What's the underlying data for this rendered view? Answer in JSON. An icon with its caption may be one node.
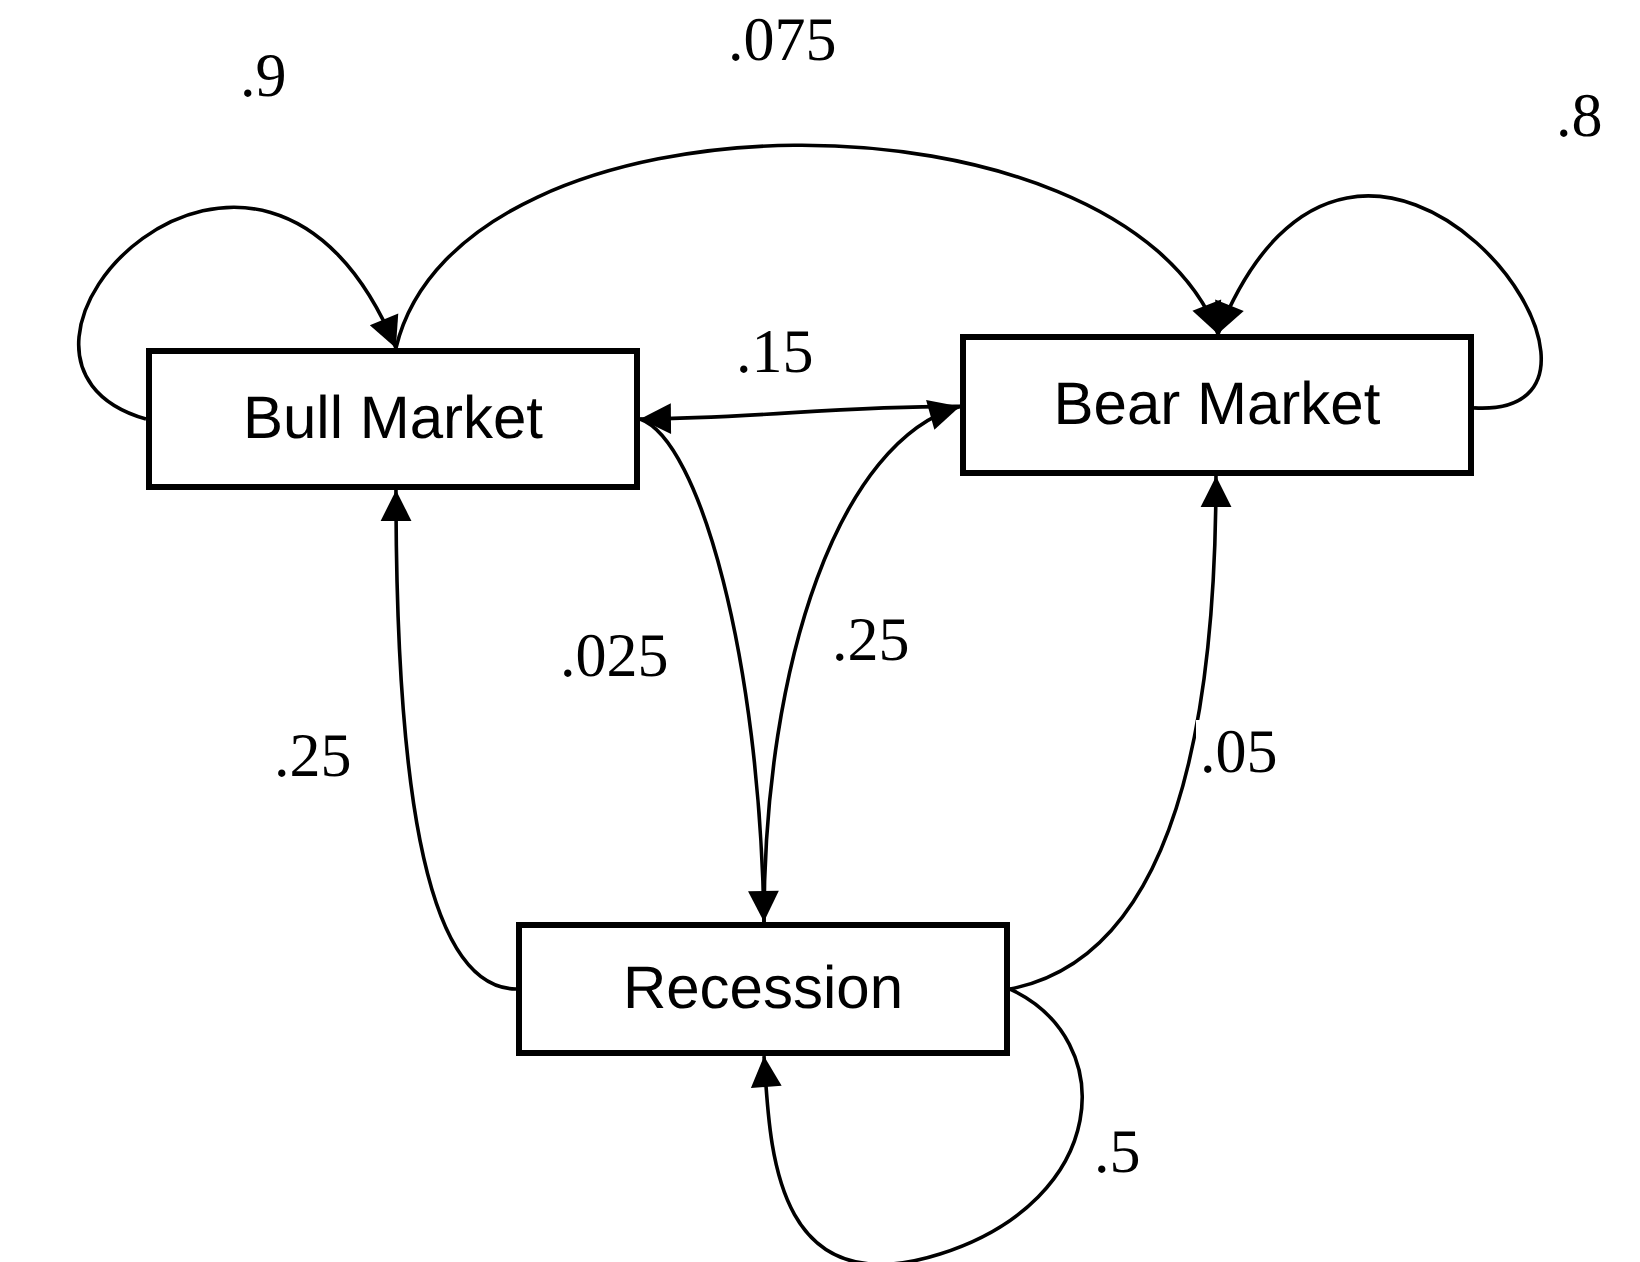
{
  "diagram": {
    "nodes": [
      {
        "text": [
          "Bull Market"
        ]
      },
      {
        "text": [
          "Bear Market"
        ]
      },
      {
        "text": [
          "Recession"
        ]
      }
    ],
    "edges": [
      {
        "from": 0,
        "to": 0,
        "arrow": "to",
        "label": ".9"
      },
      {
        "from": 0,
        "to": 1,
        "arrow": "to",
        "label": ".075"
      },
      {
        "from": 1,
        "to": 1,
        "arrow": "to",
        "label": ".8"
      },
      {
        "from": 1,
        "to": 0,
        "arrow": "to",
        "label": ".15"
      },
      {
        "from": 0,
        "to": 2,
        "arrow": "to",
        "label": ".025"
      },
      {
        "from": 2,
        "to": 1,
        "arrow": "to",
        "label": ".25"
      },
      {
        "from": 2,
        "to": 0,
        "arrow": "to",
        "label": ".25"
      },
      {
        "from": 2,
        "to": 1,
        "arrow": "to",
        "label": ".05"
      },
      {
        "from": 2,
        "to": 2,
        "arrow": "to",
        "label": ".5"
      }
    ]
  }
}
